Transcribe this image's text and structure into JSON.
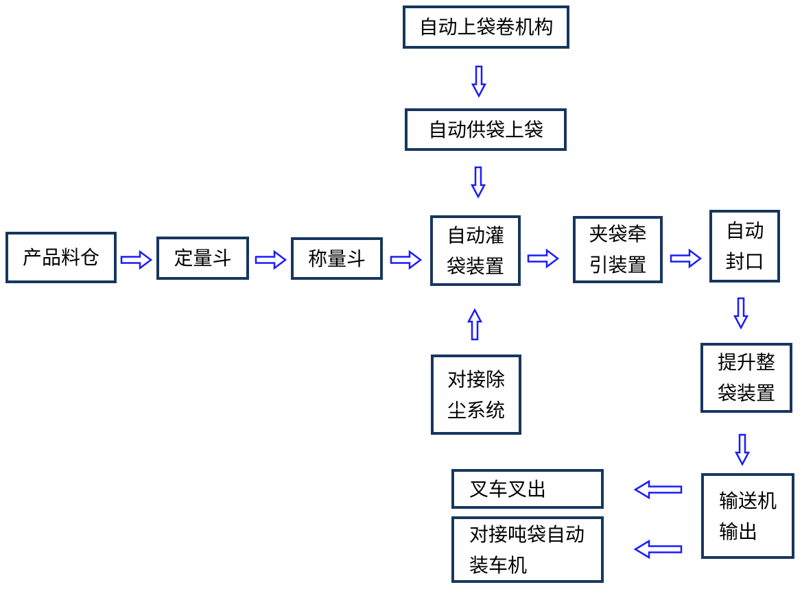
{
  "diagram": {
    "title": "automatic-bagging-line-flowchart",
    "colors": {
      "box_border": "#17365D",
      "arrow_outline": "#1a1aff",
      "arrow_fill": "#ffffff",
      "text": "#000000",
      "background": "#ffffff"
    },
    "nodes": {
      "auto_bag_roll_mechanism": {
        "lines": [
          "自动上袋卷机构"
        ]
      },
      "auto_bag_supply": {
        "lines": [
          "自动供袋上袋"
        ]
      },
      "product_silo": {
        "lines": [
          "产品料仓"
        ]
      },
      "dosing_hopper": {
        "lines": [
          "定量斗"
        ]
      },
      "weighing_hopper": {
        "lines": [
          "称量斗"
        ]
      },
      "auto_filling_device": {
        "lines": [
          "自动灌",
          "袋装置"
        ]
      },
      "bag_clamp_traction": {
        "lines": [
          "夹袋牵",
          "引装置"
        ]
      },
      "auto_sealing": {
        "lines": [
          "自动",
          "封口"
        ]
      },
      "dust_removal_docking": {
        "lines": [
          "对接除",
          "尘系统"
        ]
      },
      "lift_whole_bag": {
        "lines": [
          "提升整",
          "袋装置"
        ]
      },
      "conveyor_output": {
        "lines": [
          "输送机",
          "输出"
        ]
      },
      "forklift_out": {
        "lines": [
          "叉车叉出"
        ]
      },
      "ton_bag_loader_docking": {
        "lines": [
          "对接吨袋自动",
          "装车机"
        ]
      }
    },
    "edges": [
      {
        "from": "auto_bag_roll_mechanism",
        "to": "auto_bag_supply",
        "direction": "down"
      },
      {
        "from": "auto_bag_supply",
        "to": "auto_filling_device",
        "direction": "down"
      },
      {
        "from": "product_silo",
        "to": "dosing_hopper",
        "direction": "right"
      },
      {
        "from": "dosing_hopper",
        "to": "weighing_hopper",
        "direction": "right"
      },
      {
        "from": "weighing_hopper",
        "to": "auto_filling_device",
        "direction": "right"
      },
      {
        "from": "auto_filling_device",
        "to": "bag_clamp_traction",
        "direction": "right"
      },
      {
        "from": "bag_clamp_traction",
        "to": "auto_sealing",
        "direction": "right"
      },
      {
        "from": "dust_removal_docking",
        "to": "auto_filling_device",
        "direction": "up"
      },
      {
        "from": "auto_sealing",
        "to": "lift_whole_bag",
        "direction": "down"
      },
      {
        "from": "lift_whole_bag",
        "to": "conveyor_output",
        "direction": "down"
      },
      {
        "from": "conveyor_output",
        "to": "forklift_out",
        "direction": "left"
      },
      {
        "from": "conveyor_output",
        "to": "ton_bag_loader_docking",
        "direction": "left"
      }
    ]
  }
}
